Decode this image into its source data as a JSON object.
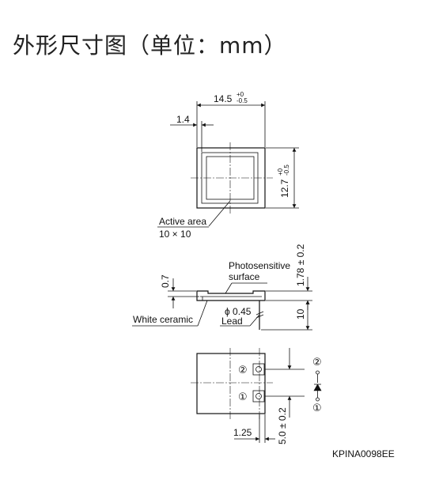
{
  "title": "外形尺寸图（单位：mm）",
  "top_view": {
    "width_dim": "14.5",
    "width_tol_plus": "+0",
    "width_tol_minus": "-0.5",
    "edge_dim": "1.4",
    "height_dim": "12.7",
    "height_tol_plus": "+0",
    "height_tol_minus": "-0.5",
    "active_area_label": "Active area",
    "active_area_value": "10 × 10"
  },
  "side_view": {
    "photosensitive_label_1": "Photosensitive",
    "photosensitive_label_2": "surface",
    "thickness_dim": "0.7",
    "depth_dim": "1.78 ± 0.2",
    "ceramic_label": "White ceramic",
    "lead_dia": "ϕ 0.45",
    "lead_label": "Lead",
    "lead_length_dim": "10"
  },
  "bottom_view": {
    "pin2": "②",
    "pin1": "①",
    "pin_pitch_dim": "5.0 ± 0.2",
    "pin_offset_dim": "1.25"
  },
  "schematic": {
    "pin2": "②",
    "pin1": "①"
  },
  "part_code": "KPINA0098EE"
}
